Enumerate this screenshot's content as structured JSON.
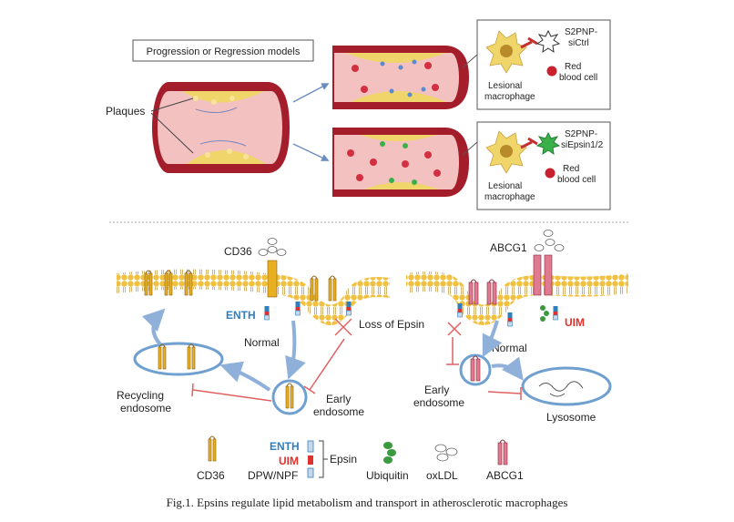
{
  "top_panel": {
    "model_label": "Progression or Regression models",
    "plaques_label": "Plaques",
    "legend_upper": {
      "nanoparticle": "S2PNP-",
      "nanoparticle_2": "siCtrl",
      "macrophage": "Lesional",
      "macrophage_2": "macrophage",
      "rbc": "Red",
      "rbc_2": "blood cell"
    },
    "legend_lower": {
      "nanoparticle": "S2PNP-",
      "nanoparticle_2": "siEpsin1/2",
      "macrophage": "Lesional",
      "macrophage_2": "macrophage",
      "rbc": "Red",
      "rbc_2": "blood cell"
    }
  },
  "bottom_panel": {
    "cd36": "CD36",
    "abcg1": "ABCG1",
    "enth": "ENTH",
    "uim": "UIM",
    "normal_left": "Normal",
    "normal_right": "Normal",
    "loss_of_epsin": "Loss of Epsin",
    "recycling": "Recycling",
    "recycling_2": "endosome",
    "early_left": "Early",
    "early_left_2": "endosome",
    "early_right": "Early",
    "early_right_2": "endosome",
    "lysosome": "Lysosome"
  },
  "key": {
    "cd36": "CD36",
    "enth": "ENTH",
    "uim": "UIM",
    "dpw": "DPW/NPF",
    "epsin": "Epsin",
    "ubiquitin": "Ubiquitin",
    "oxldl": "oxLDL",
    "abcg1": "ABCG1"
  },
  "caption": "Fig.1. Epsins regulate lipid metabolism and transport in atherosclerotic macrophages",
  "colors": {
    "vessel_wall": "#a31e2a",
    "vessel_lumen": "#f4c1c1",
    "plaque": "#f0d66a",
    "membrane_head": "#f0c040",
    "cd36": "#e8b020",
    "abcg1": "#e07a90",
    "enth": "#2f7fc0",
    "uim": "#e0322c",
    "endosome": "#6fa0d0",
    "ubiquitin": "#3a9a40",
    "inhibit": "#e06060"
  }
}
